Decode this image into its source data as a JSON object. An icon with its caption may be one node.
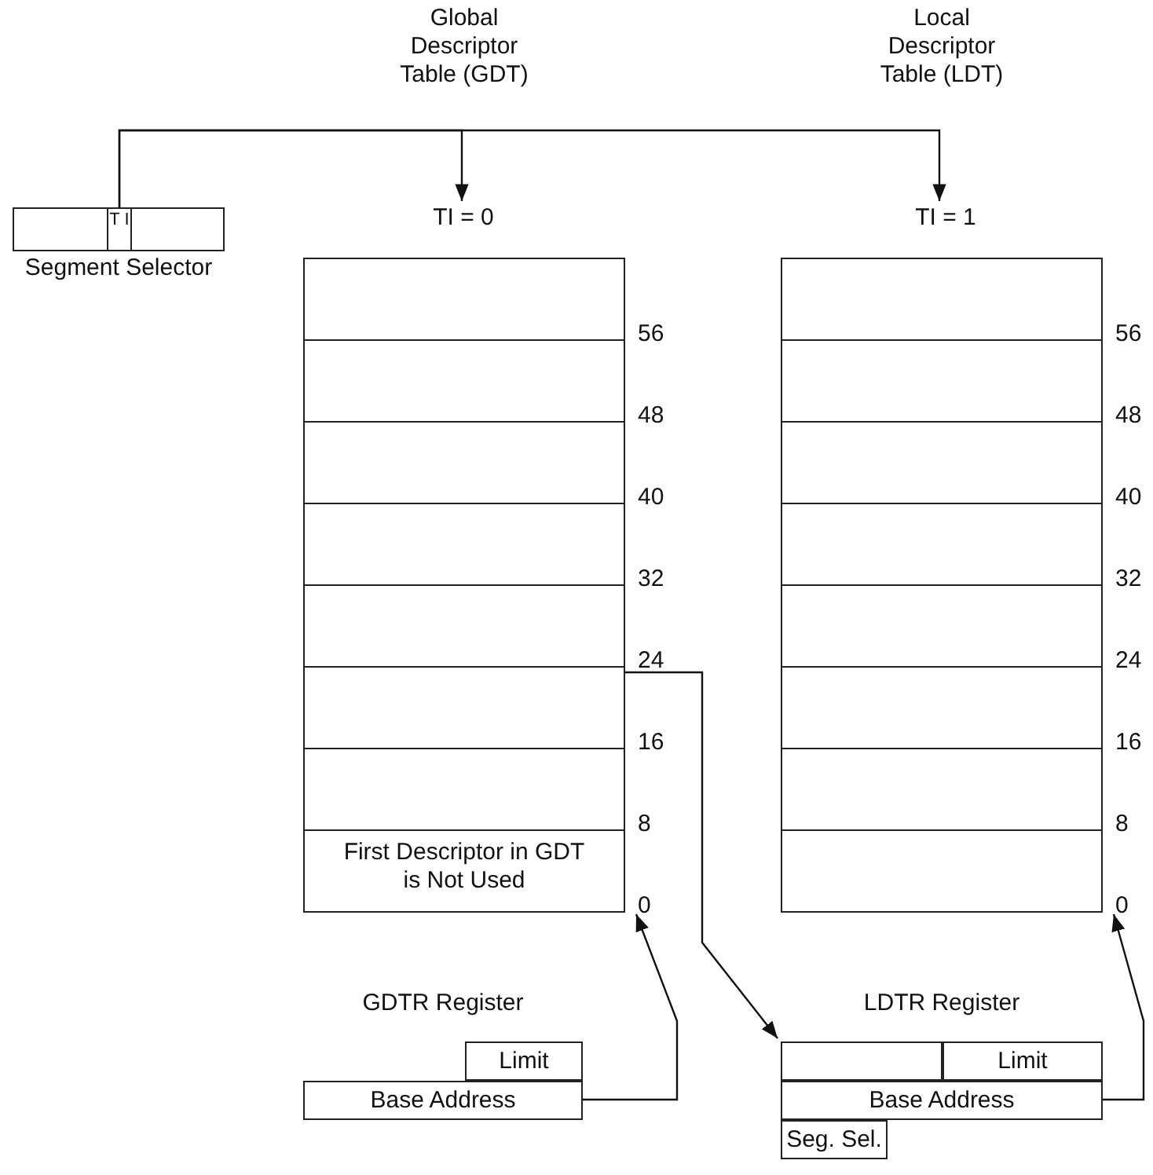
{
  "diagram": {
    "nodes": [
      {
        "text": [
          "Segment Selector"
        ]
      },
      {
        "text": [
          "T I"
        ],
        "in": 0
      },
      {
        "text": [
          "TI = 0"
        ]
      },
      {
        "text": [],
        "shape": "box",
        "in": 2
      },
      {
        "text": [],
        "shape": "box",
        "in": 2
      },
      {
        "text": [],
        "shape": "box",
        "in": 2
      },
      {
        "text": [],
        "shape": "box",
        "in": 2
      },
      {
        "text": [],
        "shape": "box",
        "in": 2
      },
      {
        "text": [],
        "shape": "box",
        "in": 2
      },
      {
        "text": [],
        "shape": "box",
        "in": 2
      },
      {
        "text": [
          "First Descriptor in GDT is Not Used"
        ],
        "in": 2
      },
      {
        "text": [
          "TI = 1"
        ]
      },
      {
        "text": [],
        "shape": "box",
        "in": 11
      },
      {
        "text": [],
        "shape": "box",
        "in": 11
      },
      {
        "text": [],
        "shape": "box",
        "in": 11
      },
      {
        "text": [],
        "shape": "box",
        "in": 11
      },
      {
        "text": [],
        "shape": "box",
        "in": 11
      },
      {
        "text": [],
        "shape": "box",
        "in": 11
      },
      {
        "text": [],
        "shape": "box",
        "in": 11
      },
      {
        "text": [],
        "shape": "box",
        "in": 11
      },
      {
        "text": [
          "GDTR Register"
        ]
      },
      {
        "text": [
          "Limit"
        ],
        "in": 20
      },
      {
        "text": [
          "Base Address"
        ],
        "in": 20
      },
      {
        "text": [
          "LDTR Register"
        ]
      },
      {
        "text": [],
        "shape": "box",
        "in": 23
      },
      {
        "text": [
          "Limit"
        ],
        "in": 23
      },
      {
        "text": [
          "Base Address"
        ],
        "in": 23
      },
      {
        "text": [
          "Seg. Sel."
        ],
        "in": 23
      }
    ],
    "edges": [
      {
        "from": 1,
        "to": 2,
        "arrow": "to"
      },
      {
        "from": 1,
        "to": 11,
        "arrow": "to"
      },
      {
        "from": 22,
        "to": 2,
        "arrow": "to"
      },
      {
        "from": 8,
        "to": 23,
        "arrow": "to"
      },
      {
        "from": 26,
        "to": 11,
        "arrow": "to"
      }
    ],
    "labels": [
      "Global Descriptor Table (GDT)",
      "Local Descriptor Table (LDT)",
      "56",
      "56",
      "48",
      "48",
      "40",
      "40",
      "32",
      "32",
      "24",
      "24",
      "16",
      "16",
      "8",
      "8",
      "0",
      "0"
    ]
  }
}
